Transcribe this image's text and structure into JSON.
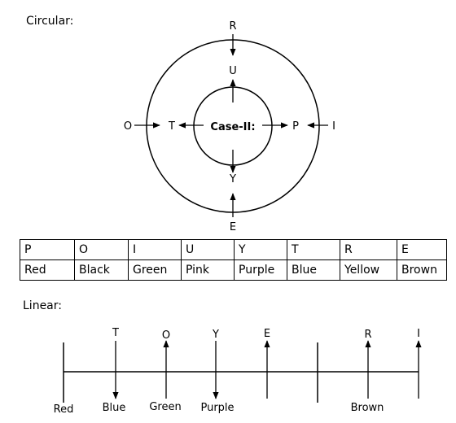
{
  "circular": {
    "title": "Circular:",
    "center_label": "Case-II:",
    "outer_letters": {
      "top": "R",
      "bottom": "E",
      "left": "O",
      "right": "I"
    },
    "inner_letters": {
      "top": "U",
      "bottom": "Y",
      "left": "T",
      "right": "P"
    }
  },
  "table": {
    "letters": [
      "P",
      "O",
      "I",
      "U",
      "Y",
      "T",
      "R",
      "E"
    ],
    "colors": [
      "Red",
      "Black",
      "Green",
      "Pink",
      "Purple",
      "Blue",
      "Yellow",
      "Brown"
    ]
  },
  "linear": {
    "title": "Linear:",
    "top_labels": [
      "T",
      "O",
      "Y",
      "E",
      "R",
      "I"
    ],
    "bottom_labels": [
      "Red",
      "Blue",
      "Green",
      "Purple",
      "Brown"
    ]
  }
}
